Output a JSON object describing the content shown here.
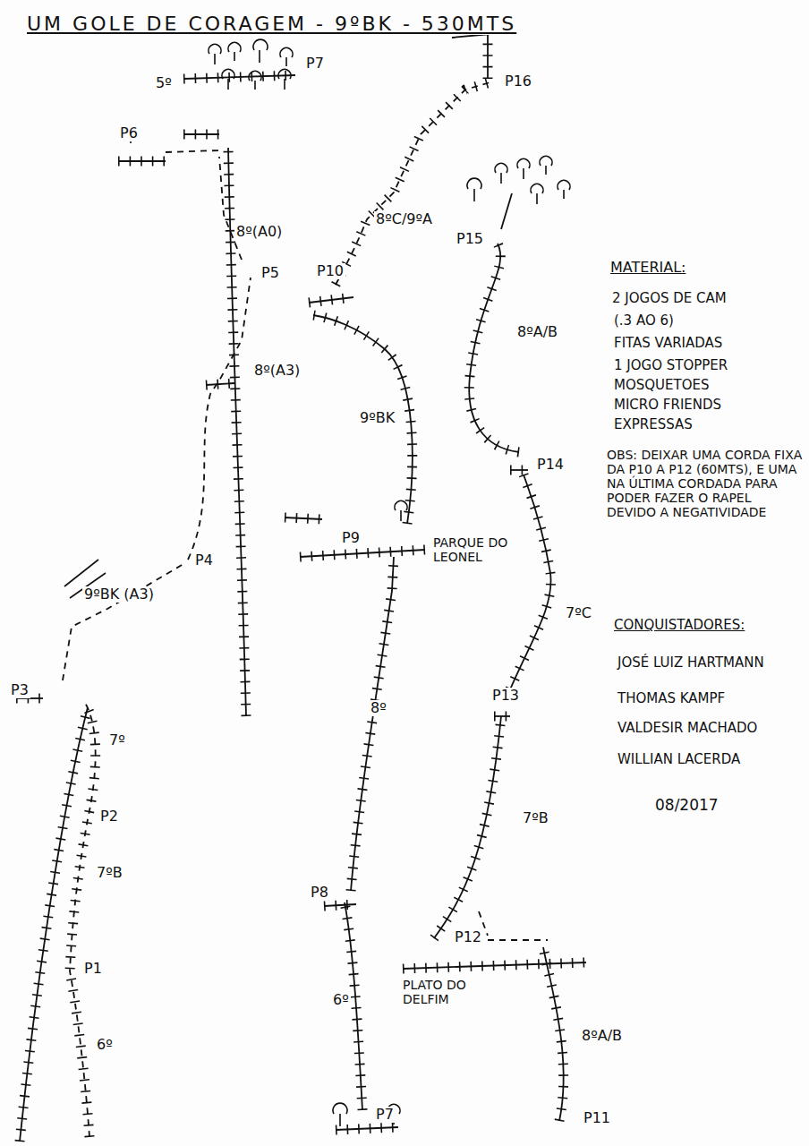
{
  "diagram": {
    "title": "UM GOLE DE CORAGEM - 9ºBK - 530MTS",
    "labels": [
      "P1",
      "6º",
      "P2",
      "7ºB",
      "7º",
      "P3",
      "9ºBK (A3)",
      "P4",
      "8º(A3)",
      "P5",
      "8º(A0)",
      "P6",
      "5º",
      "P7",
      "P7",
      "6º",
      "P8",
      "8º",
      "P9",
      "PARQUE DO LEONEL",
      "9ºBK",
      "P10",
      "8ºC/9ºA",
      "P16",
      "P11",
      "8ºA/B",
      "PLATO DO DELFIM",
      "P12",
      "7ºB",
      "P13",
      "7ºC",
      "P14",
      "8ºA/B",
      "P15",
      "MATERIAL:",
      "2 JOGOS DE CAM",
      "(.3 AO 6)",
      "FITAS VARIADAS",
      "1 JOGO STOPPER",
      "MOSQUETOES",
      "MICRO FRIENDS",
      "EXPRESSAS",
      "OBS: DEIXAR UMA CORDA FIXA DA P10 A P12 (60MTS), E UMA NA ÚLTIMA CORDADA PARA PODER FAZER O RAPEL DEVIDO A NEGATIVIDADE",
      "CONQUISTADORES:",
      "JOSÉ LUIZ HARTMANN",
      "THOMAS KAMPF",
      "VALDESIR MACHADO",
      "WILLIAN LACERDA",
      "08/2017"
    ]
  }
}
